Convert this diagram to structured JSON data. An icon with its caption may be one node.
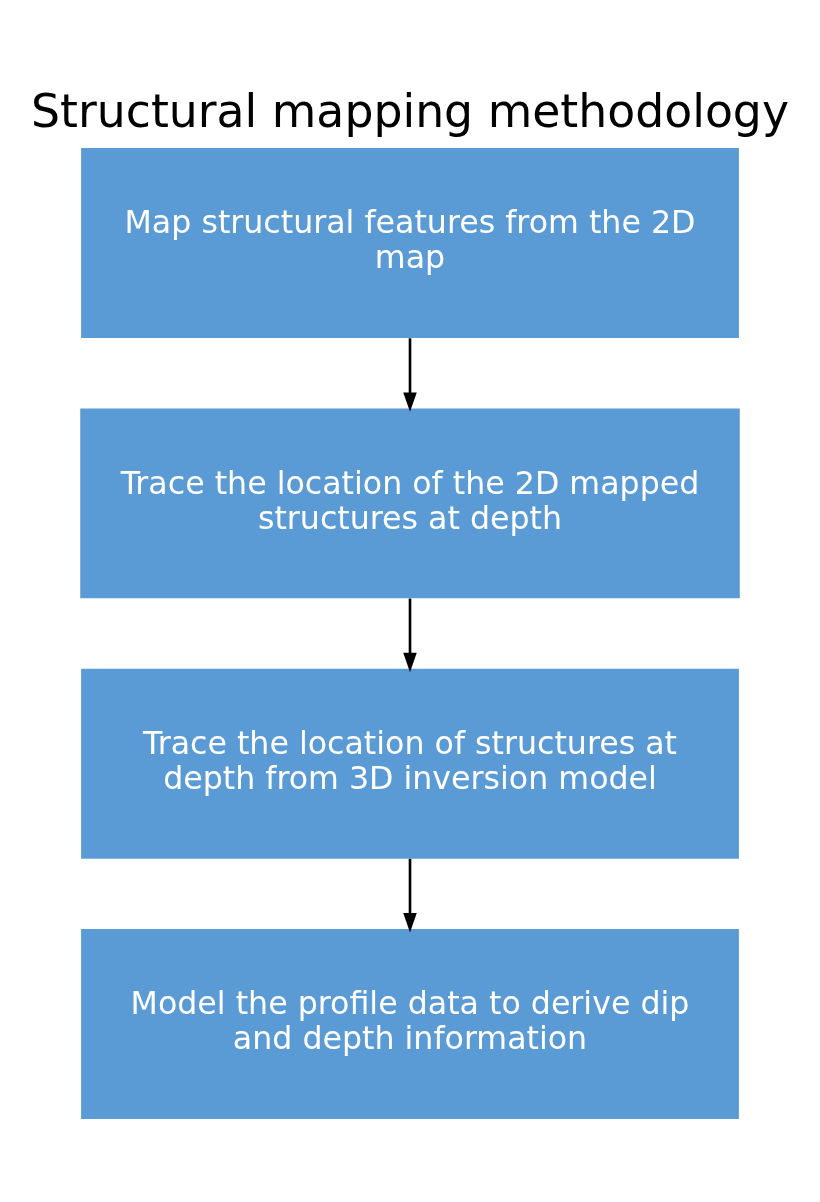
{
  "diagram": {
    "title": "Structural mapping methodology",
    "nodes": [
      {
        "text": [
          "Map structural features from the 2D map"
        ]
      },
      {
        "text": [
          "Trace the location of the 2D mapped structures at depth"
        ]
      },
      {
        "text": [
          "Trace the location of structures at depth from 3D inversion model"
        ]
      },
      {
        "text": [
          "Model the profile data to derive dip and depth information"
        ]
      }
    ],
    "edges": [
      {
        "from": 0,
        "to": 1,
        "arrow": "to"
      },
      {
        "from": 1,
        "to": 2,
        "arrow": "to"
      },
      {
        "from": 2,
        "to": 3,
        "arrow": "to"
      }
    ]
  }
}
